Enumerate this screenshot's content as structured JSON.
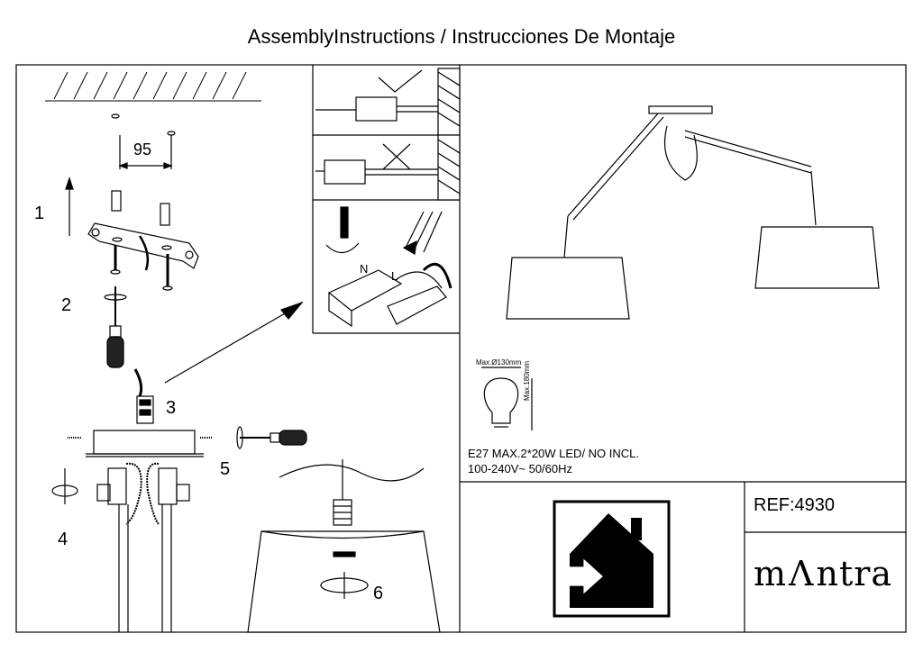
{
  "title": "AssemblyInstructions / Instrucciones De Montaje",
  "dimension_95": "95",
  "steps": [
    "1",
    "2",
    "3",
    "4",
    "5",
    "6"
  ],
  "wire_labels": {
    "n": "N",
    "l": "L"
  },
  "bulb": {
    "max_diameter": "Max.Ø130mm",
    "max_height": "Max.180mm"
  },
  "specs": {
    "line1": "E27  MAX.2*20W   LED/ NO  INCL.",
    "line2": "100-240V~  50/60Hz"
  },
  "ref": "REF:4930",
  "brand": {
    "prefix": "m",
    "mark": "Λ",
    "suffix": "ntra"
  },
  "icons": [
    "check-icon",
    "cross-icon",
    "screwdriver-icon",
    "indoor-use-icon",
    "rotate-arrow-icon"
  ]
}
